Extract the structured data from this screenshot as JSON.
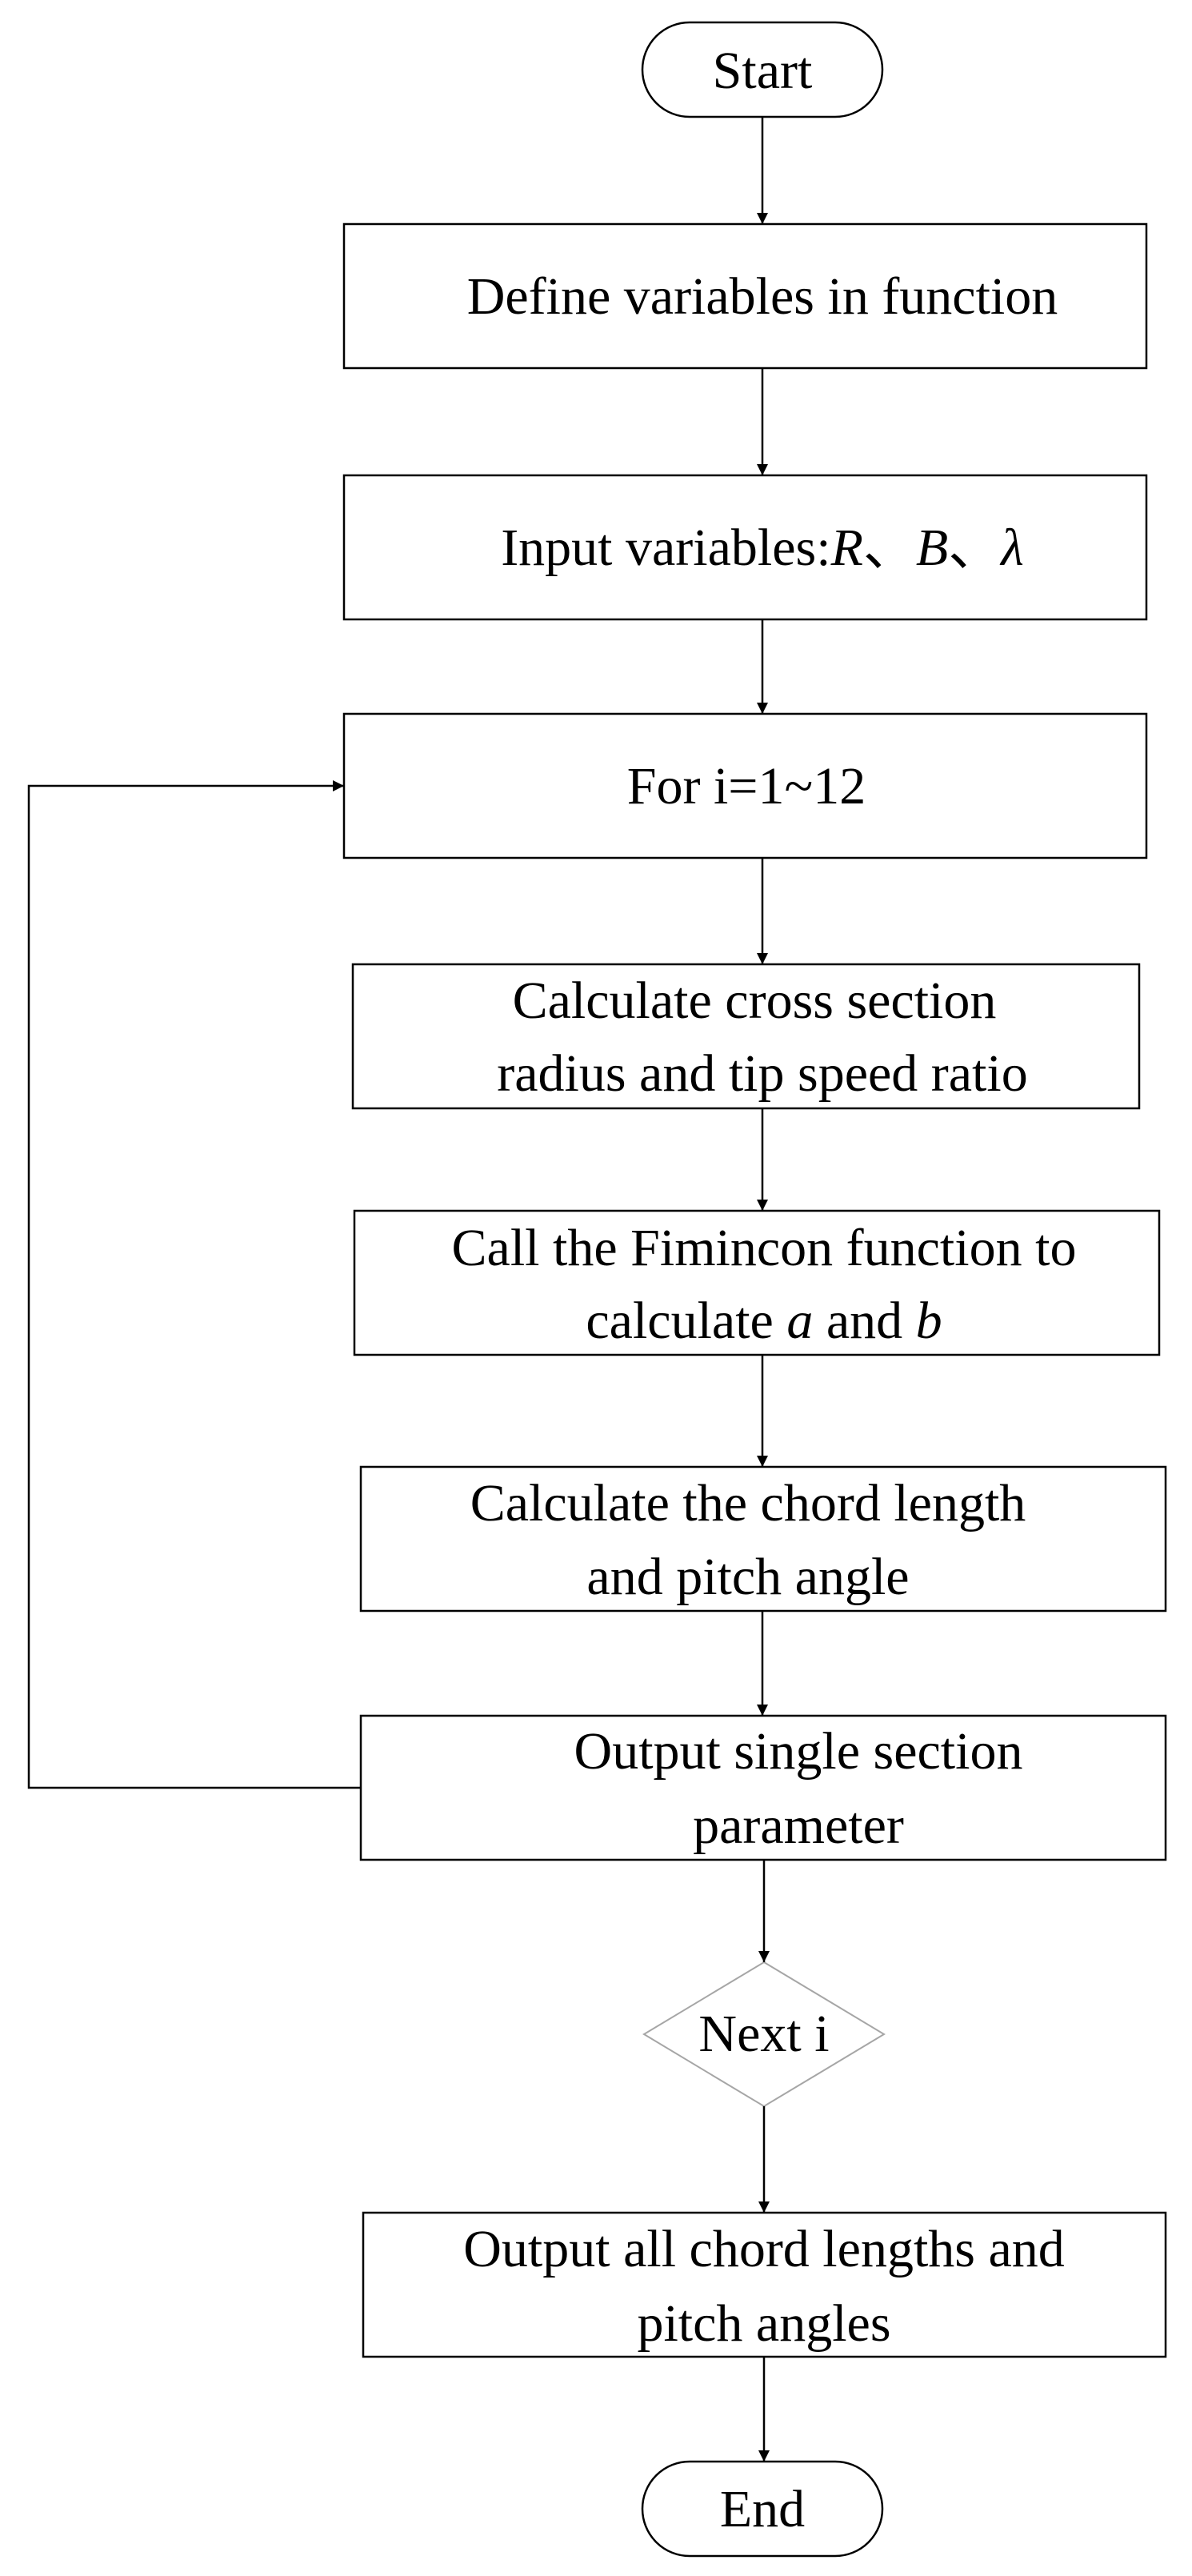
{
  "flowchart": {
    "start": "Start",
    "step1": "Define variables in function",
    "step2": {
      "prefix": "Input variables:",
      "var_r": "R",
      "sep1": "、",
      "var_b": "B",
      "sep2": "、",
      "var_lambda": "λ"
    },
    "loop_head": "For i=1~12",
    "step3": {
      "line1": "Calculate  cross section",
      "line2": "radius and tip speed ratio"
    },
    "step4": {
      "line1": "Call the Fimincon function to",
      "line2_prefix": "calculate ",
      "var_a": "a",
      "line2_mid": " and ",
      "var_b": "b"
    },
    "step5": {
      "line1": "Calculate the chord length",
      "line2": "and pitch angle"
    },
    "step6": {
      "line1": "Output single section",
      "line2": "parameter"
    },
    "decision": "Next i",
    "step7": {
      "line1": "Output all chord lengths and",
      "line2": "pitch angles"
    },
    "end": "End"
  }
}
